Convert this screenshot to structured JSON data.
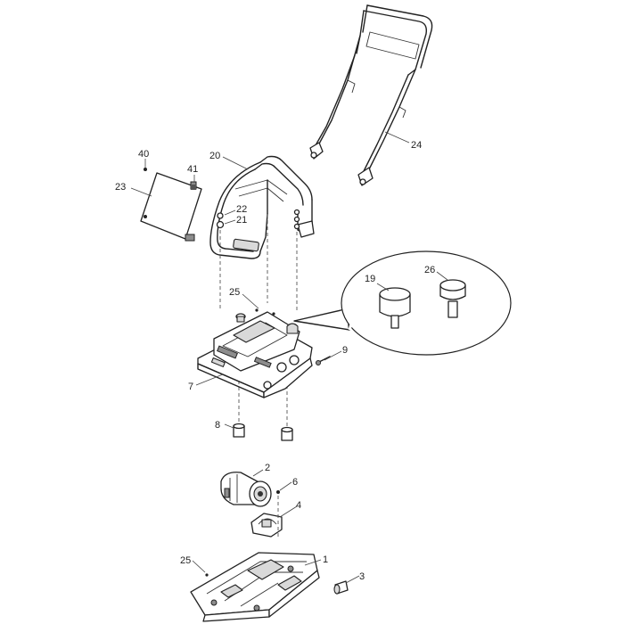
{
  "diagram": {
    "callouts": {
      "c1": "1",
      "c2": "2",
      "c3": "3",
      "c4": "4",
      "c6": "6",
      "c7": "7",
      "c8": "8",
      "c9": "9",
      "c19": "19",
      "c20": "20",
      "c21": "21",
      "c22": "22",
      "c23": "23",
      "c24": "24",
      "c25a": "25",
      "c25b": "25",
      "c26": "26",
      "c40": "40",
      "c41": "41"
    }
  }
}
